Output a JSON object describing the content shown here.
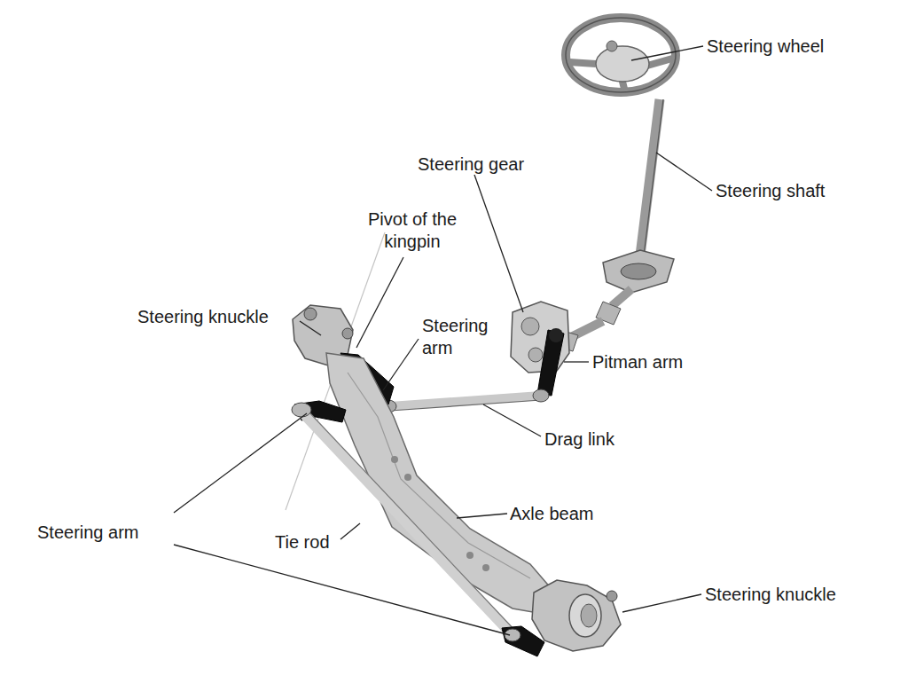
{
  "diagram": {
    "labels": [
      "Steering wheel",
      "Steering gear",
      "Steering shaft",
      "Pivot of the kingpin",
      "Steering knuckle",
      "Steering arm",
      "Pitman arm",
      "Drag link",
      "Axle beam",
      "Steering arm",
      "Tie rod",
      "Steering knuckle"
    ]
  }
}
